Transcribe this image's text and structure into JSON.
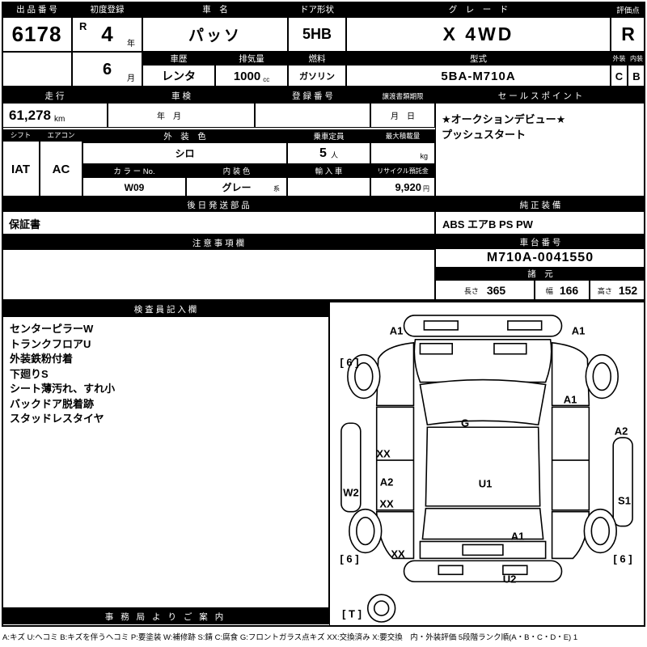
{
  "colors": {
    "header_bg": "#000000",
    "header_text": "#ffffff",
    "line": "#000000",
    "paper": "#ffffff"
  },
  "sheet": {
    "lot": {
      "label": "出 品 番 号",
      "value": "6178"
    },
    "first_reg": {
      "label": "初度登録",
      "era": "R",
      "year": "4",
      "year_unit": "年",
      "month": "6",
      "month_unit": "月"
    },
    "car_name": {
      "label": "車　名",
      "value": "パッソ"
    },
    "door": {
      "label": "ドア形状",
      "value": "5HB"
    },
    "grade": {
      "label": "グ　レ　ー　ド",
      "value": "X 4WD"
    },
    "score": {
      "label": "評価点",
      "value": "R"
    },
    "history": {
      "label": "車歴",
      "value": "レンタ"
    },
    "displacement": {
      "label": "排気量",
      "value": "1000",
      "unit": "cc"
    },
    "fuel": {
      "label": "燃料",
      "value": "ガソリン"
    },
    "model": {
      "label": "型式",
      "value": "5BA-M710A"
    },
    "exterior": {
      "label": "外装",
      "grade": "C"
    },
    "interior": {
      "label": "内装",
      "grade": "B"
    },
    "mileage": {
      "label": "走 行",
      "value": "61,278",
      "unit": "km"
    },
    "shaken": {
      "label": "車 検",
      "value": "年　月"
    },
    "reg_no": {
      "label": "登 録 番 号",
      "value": ""
    },
    "transfer": {
      "label": "譲渡書類期限",
      "value": "月　日"
    },
    "sales_point": {
      "label": "セ ー ル ス ポ イ ン ト",
      "lines": [
        "★オークションデビュー★",
        "プッシュスタート"
      ]
    },
    "shift": {
      "label": "シフト",
      "value": "IAT"
    },
    "aircon": {
      "label": "エアコン",
      "value": "AC"
    },
    "ext_color": {
      "label": "外　装　色",
      "value": "シロ"
    },
    "capacity": {
      "label": "乗車定員",
      "value": "5",
      "unit": "人"
    },
    "max_load": {
      "label": "最大積載量",
      "unit": "kg"
    },
    "color_no": {
      "label": "カ ラ ー No.",
      "value": "W09"
    },
    "int_color": {
      "label": "内 装 色",
      "value": "グレー",
      "suffix": "系"
    },
    "imported": {
      "label": "輸 入 車",
      "value": ""
    },
    "recycle": {
      "label": "リサイクル預託金",
      "value": "9,920",
      "unit": "円"
    },
    "later_parts": {
      "label": "後 日 発 送 部 品",
      "value": "保証書"
    },
    "equipment": {
      "label": "純 正 装 備",
      "value": "ABS エアB PS PW"
    },
    "caution": {
      "label": "注 意 事 項 欄",
      "value": ""
    },
    "chassis": {
      "label": "車 台 番 号",
      "value": "M710A-0041550"
    },
    "dimensions": {
      "label": "諸　元",
      "length_label": "長さ",
      "length": "365",
      "width_label": "幅",
      "width": "166",
      "height_label": "高さ",
      "height": "152"
    },
    "inspector": {
      "label": "検 査 員 記 入 欄",
      "notes": [
        "センターピラーW",
        "トランクフロアU",
        "外装鉄粉付着",
        "下廻りS",
        "シート薄汚れ、すれ小",
        "バックドア脱着跡",
        "スタッドレスタイヤ"
      ]
    },
    "office": {
      "label": "事 務 局 よ り ご 案 内"
    },
    "legend": "A:キズ U:ヘコミ B:キズを伴うヘコミ P:要塗装 W:補修跡 S:錆 C:腐食 G:フロントガラス点キズ XX:交換済み X:要交換　内・外装評価 5段階ランク順(A・B・C・D・E) 1"
  },
  "diagram": {
    "labels": {
      "front_left_fender": "A1",
      "front_right_fender": "A1",
      "front_left_tire": "[ 6 ]",
      "front_right_door": "A1",
      "windshield": "G",
      "right_rear_quarter": "A2",
      "front_left_door": "XX",
      "rear_left_door": "A2",
      "roof": "U1",
      "left_sill": "W2",
      "rear_left_door_lower": "XX",
      "right_sill": "S1",
      "rear_panel": "A1",
      "rear_left_fender": "XX",
      "rear_left_tire": "[ 6 ]",
      "rear_right_tire": "[ 6 ]",
      "rear_bumper": "U2",
      "spare_tire": "[ T ]"
    }
  }
}
